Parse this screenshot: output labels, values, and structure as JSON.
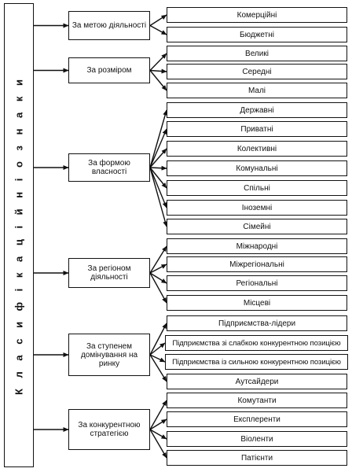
{
  "title": "К л а с и ф і к а ц і й н і   о з н а к и",
  "categories": [
    {
      "label": "За метою діяльності",
      "types": [
        "Комерційні",
        "Бюджетні"
      ]
    },
    {
      "label": "За розміром",
      "types": [
        "Великі",
        "Середні",
        "Малі"
      ]
    },
    {
      "label": "За формою власності",
      "types": [
        "Державні",
        "Приватні",
        "Колективні",
        "Комунальні",
        "Спільні",
        "Іноземні",
        "Сімейні"
      ]
    },
    {
      "label": "За регіоном діяльності",
      "types": [
        "Міжнародні",
        "Міжрегіональні",
        "Регіональні",
        "Місцеві"
      ]
    },
    {
      "label": "За ступенем домінування на ринку",
      "types": [
        "Підприємства-лідери",
        "Підприємства зі слабкою конкурентною позицією",
        "Підприємства із сильною конкурентною позицією",
        "Аутсайдери"
      ]
    },
    {
      "label": "За конкурентною стратегією",
      "types": [
        "Комутанти",
        "Експлеренти",
        "Віоленти",
        "Патієнти"
      ]
    }
  ]
}
